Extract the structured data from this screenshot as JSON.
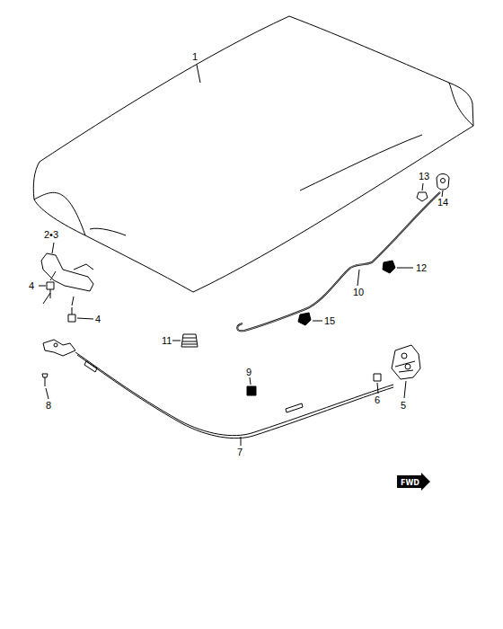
{
  "diagram": {
    "nodes": [
      {
        "text": [
          "FWD"
        ]
      }
    ],
    "labels": [
      "1",
      "2•3",
      "13",
      "14",
      "4",
      "12",
      "10",
      "4",
      "15",
      "11",
      "9",
      "6",
      "5",
      "8",
      "7"
    ]
  }
}
